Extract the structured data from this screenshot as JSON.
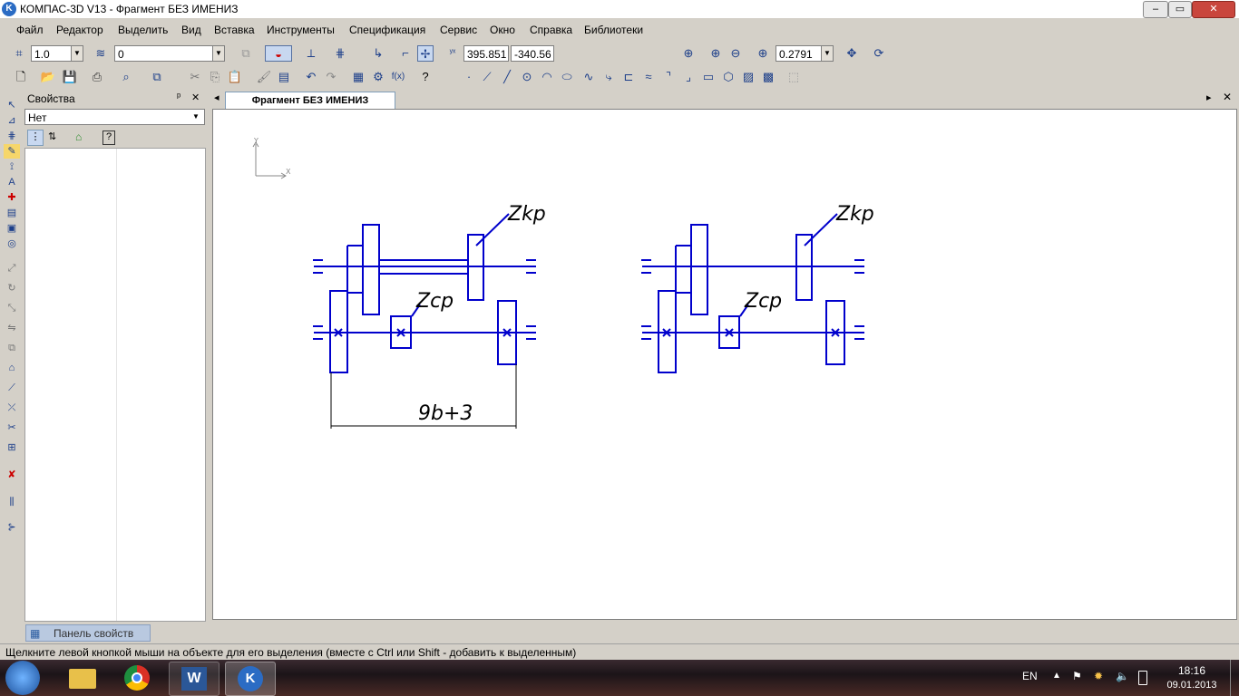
{
  "window": {
    "title": "КОМПАС-3D V13 - Фрагмент БЕЗ ИМЕНИЗ",
    "controls": [
      "–",
      "▭",
      "✕"
    ]
  },
  "menu": [
    "Файл",
    "Редактор",
    "Выделить",
    "Вид",
    "Вставка",
    "Инструменты",
    "Спецификация",
    "Сервис",
    "Окно",
    "Справка",
    "Библиотеки"
  ],
  "toolbar_view": {
    "step_value": "1.0",
    "layer_value": "0",
    "coord_x": "395.851",
    "coord_y": "-340.56",
    "zoom_value": "0.2791"
  },
  "properties_panel": {
    "title": "Свойства",
    "pin": "ᵖ",
    "close": "✕",
    "selector_value": "Нет"
  },
  "document": {
    "tab_label": "Фрагмент БЕЗ ИМЕНИЗ"
  },
  "drawing": {
    "axis_y": "Y",
    "axis_x": "X",
    "left": {
      "label_kp": "Zkp",
      "label_cp": "Zcp",
      "dimension": "9b+3"
    },
    "right": {
      "label_kp": "Zkp",
      "label_cp": "Zcp"
    },
    "line_color": "#0000cc"
  },
  "bottom_panel_tab": "Панель свойств",
  "status_text": "Щелкните левой кнопкой мыши на объекте для его выделения (вместе с Ctrl или Shift - добавить к выделенным)",
  "tray": {
    "language": "EN",
    "time": "18:16",
    "date": "09.01.2013"
  }
}
